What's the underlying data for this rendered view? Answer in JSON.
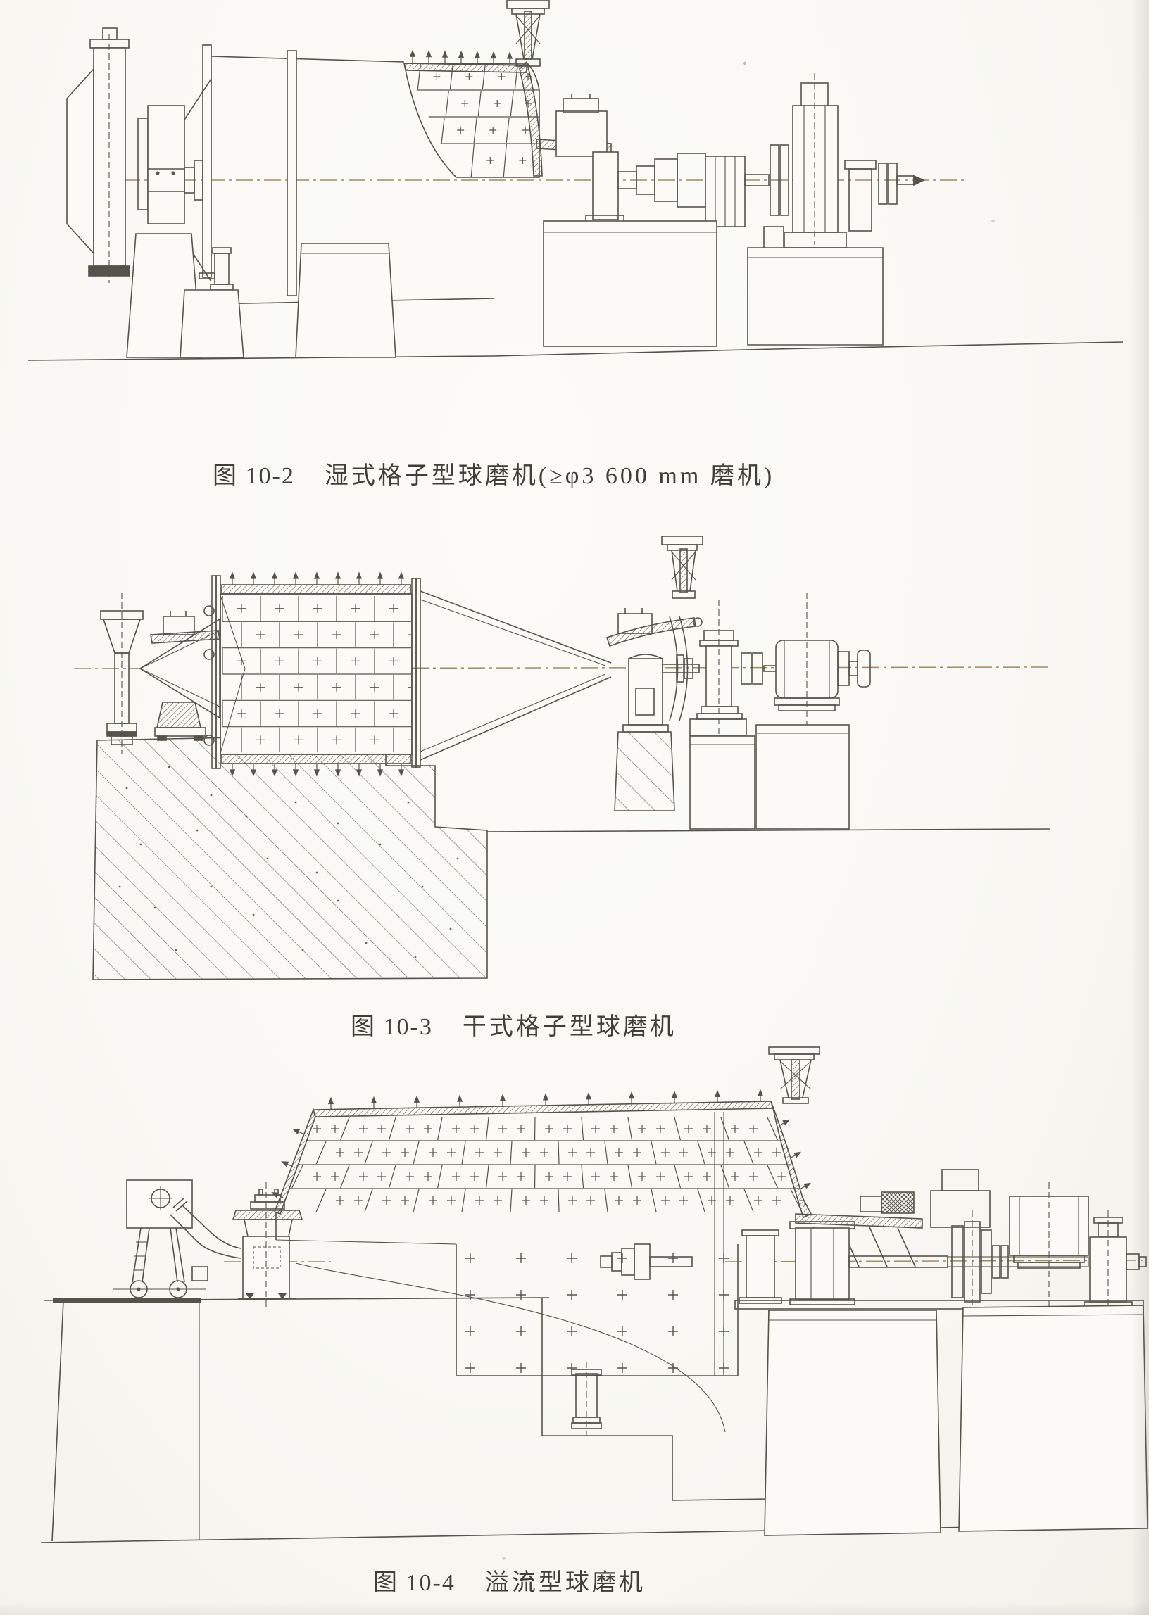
{
  "document": {
    "kind": "scanned technical book page",
    "language": "zh-CN"
  },
  "colors": {
    "paper": "#f9f8f4",
    "ink": "#56534a",
    "ink_light": "#757165",
    "centerline": "#a08c64",
    "caption_text": "#403e38"
  },
  "figures": [
    {
      "id": "10-2",
      "label": "图 10-2",
      "title": "湿式格子型球磨机(≥φ3 600 mm 磨机)",
      "type": "wet-grid-type-ball-mill-side-view"
    },
    {
      "id": "10-3",
      "label": "图 10-3",
      "title": "干式格子型球磨机",
      "type": "dry-grid-type-ball-mill-section-view"
    },
    {
      "id": "10-4",
      "label": "图 10-4",
      "title": "溢流型球磨机",
      "type": "overflow-type-ball-mill-side-view"
    }
  ]
}
